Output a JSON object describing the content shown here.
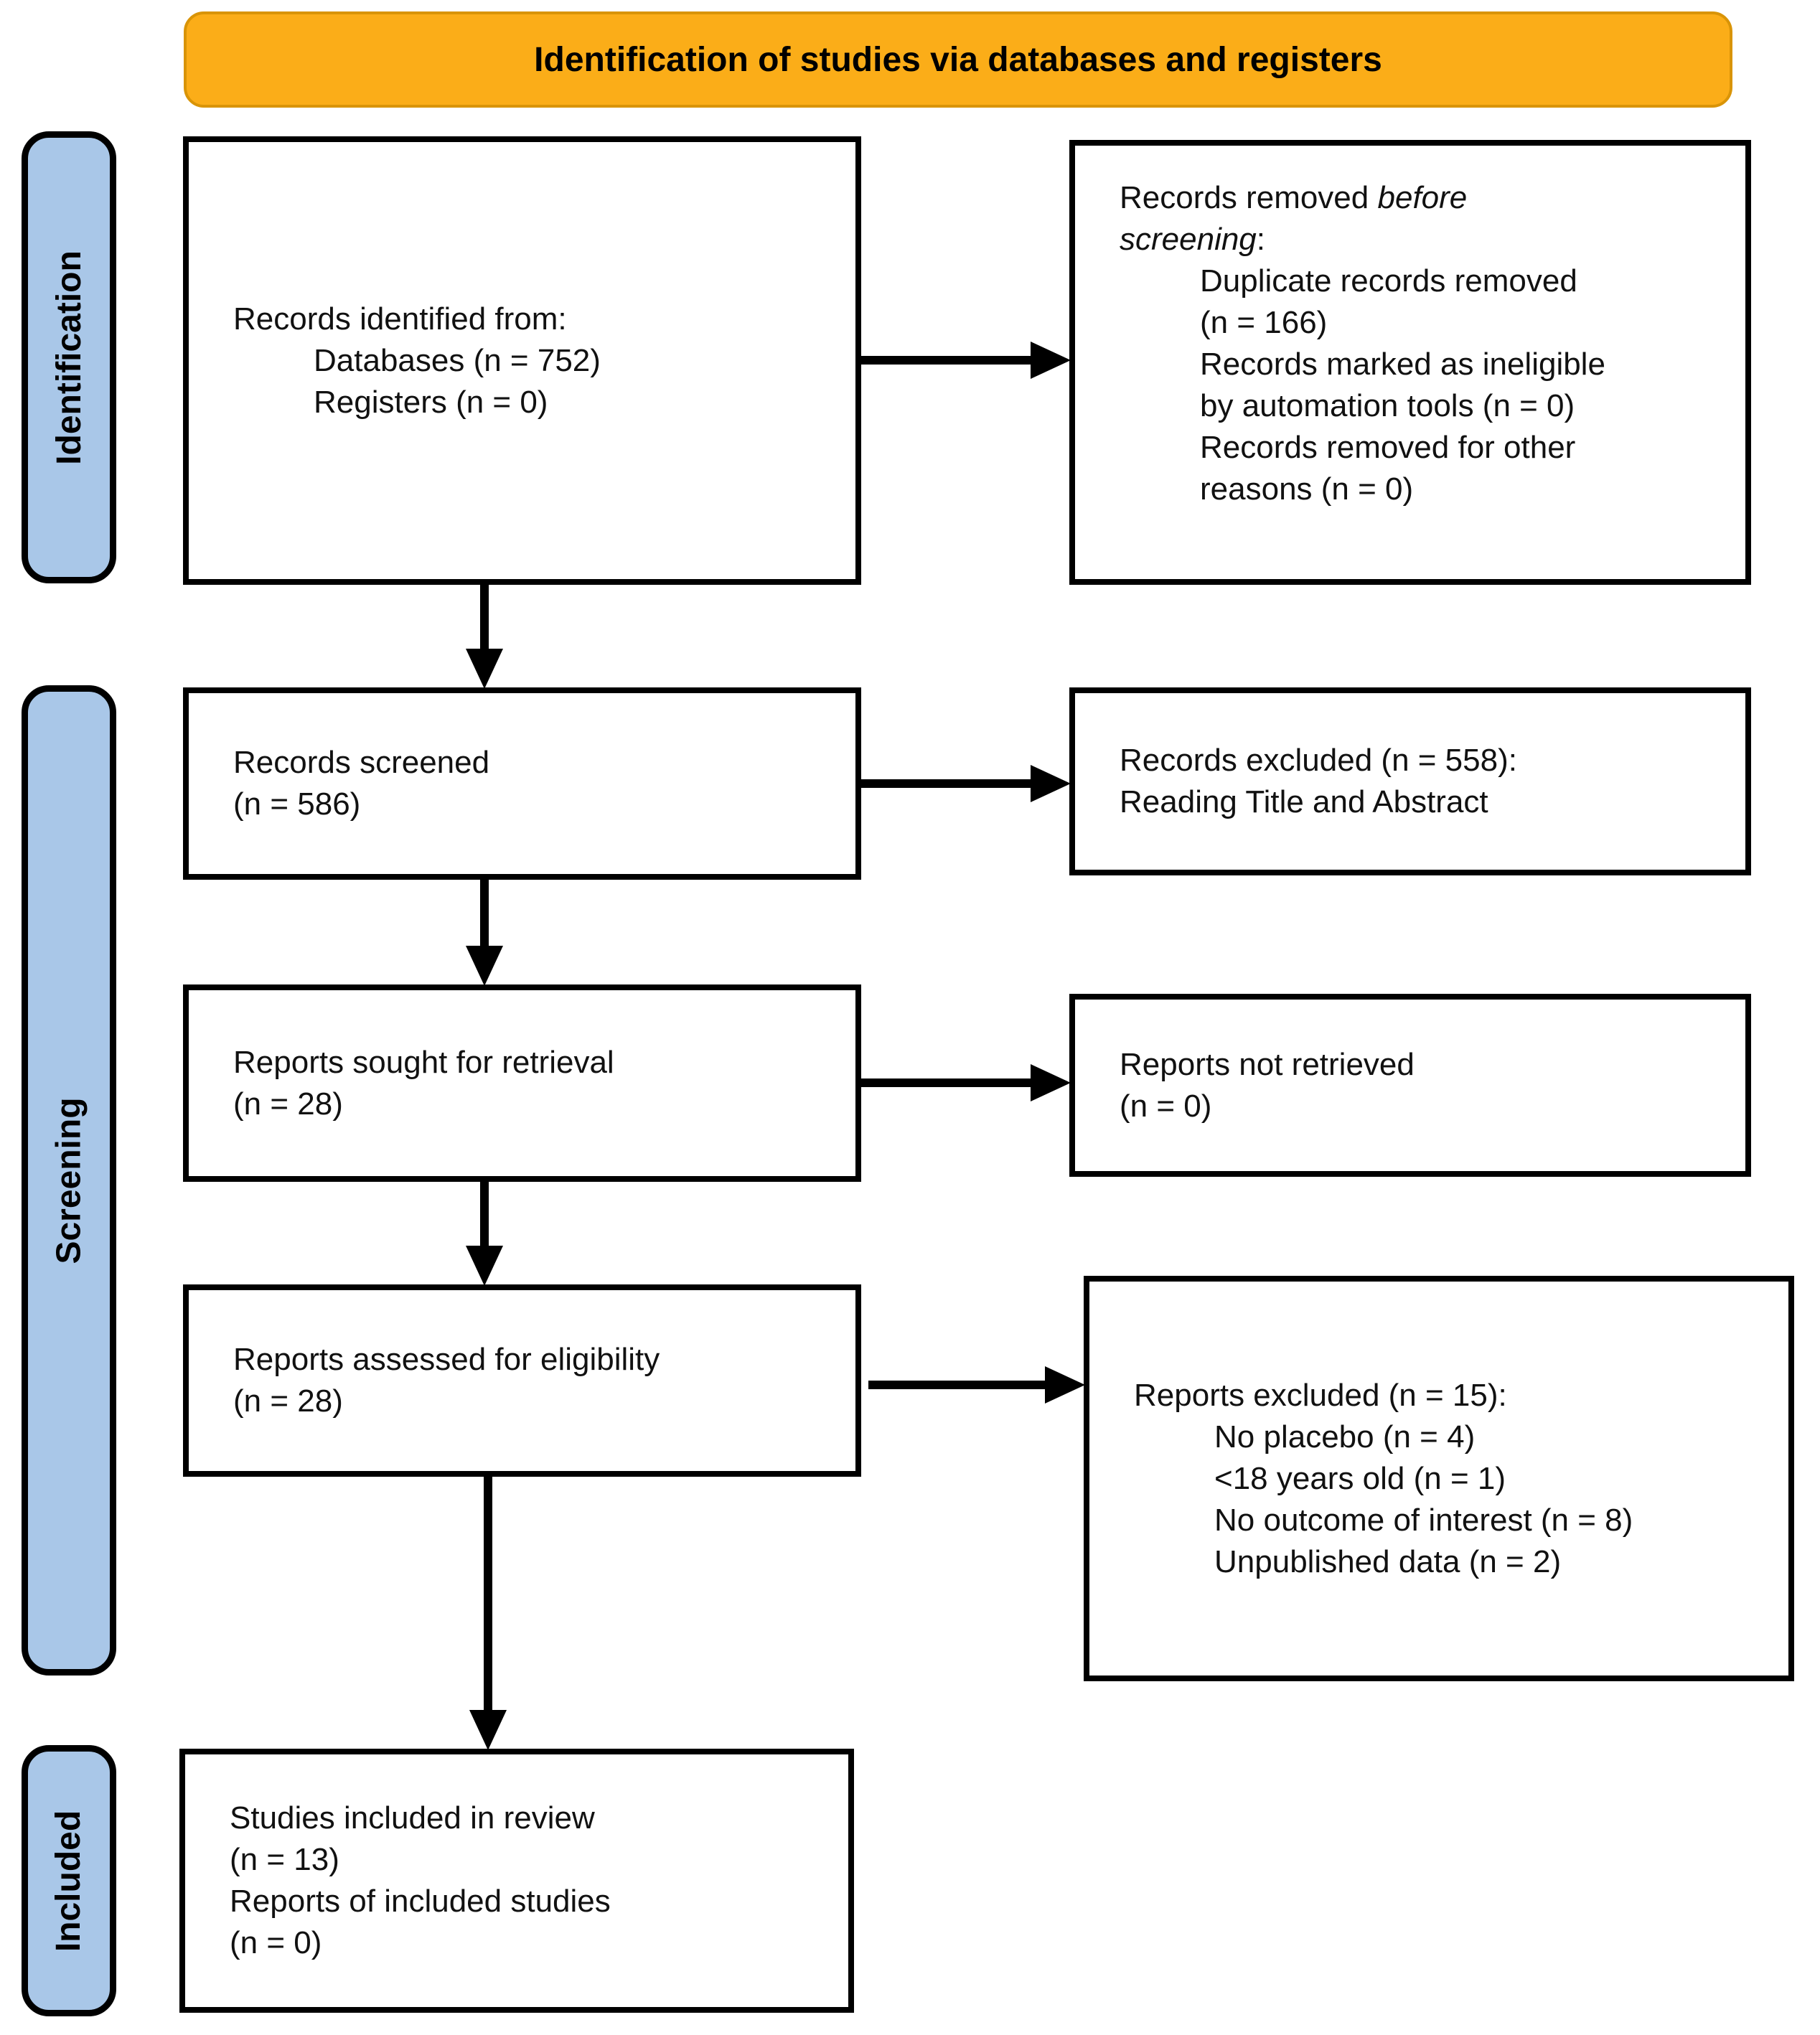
{
  "title_banner": {
    "label": "Identification of studies via databases and registers"
  },
  "stage_labels": {
    "identification": "Identification",
    "screening": "Screening",
    "included": "Included"
  },
  "flow": {
    "records_identified": {
      "heading": "Records identified from:",
      "items": [
        "Databases (n = 752)",
        "Registers (n = 0)"
      ]
    },
    "records_removed": {
      "heading_plain": "Records removed",
      "heading_italic_line1": "before",
      "heading_italic_line2": "screening",
      "heading_colon": ":",
      "items": [
        [
          "Duplicate records removed",
          "(n = 166)"
        ],
        [
          "Records marked as ineligible",
          "by automation tools (n = 0)"
        ],
        [
          "Records removed for other",
          "reasons (n = 0)"
        ]
      ]
    },
    "records_screened": {
      "lines": [
        "Records screened",
        "(n = 586)"
      ]
    },
    "records_excluded": {
      "lines": [
        "Records excluded (n = 558):",
        "Reading Title and Abstract"
      ]
    },
    "reports_sought": {
      "lines": [
        "Reports sought for retrieval",
        "(n = 28)"
      ]
    },
    "reports_not_retrieved": {
      "lines": [
        "Reports not retrieved",
        "(n = 0)"
      ]
    },
    "reports_assessed": {
      "lines": [
        "Reports assessed for eligibility",
        "(n = 28)"
      ]
    },
    "reports_excluded": {
      "heading": "Reports excluded (n = 15):",
      "items": [
        "No placebo (n = 4)",
        "<18 years old (n = 1)",
        "No outcome of interest (n = 8)",
        "Unpublished data (n = 2)"
      ]
    },
    "studies_included": {
      "lines": [
        "Studies included in review",
        "(n = 13)",
        "Reports of included studies",
        "(n = 0)"
      ]
    }
  },
  "colors": {
    "banner_bg": "#FBAD18",
    "banner_border": "#D99407",
    "stage_bg": "#A9C7E8",
    "line": "#000000",
    "text": "#111111"
  }
}
